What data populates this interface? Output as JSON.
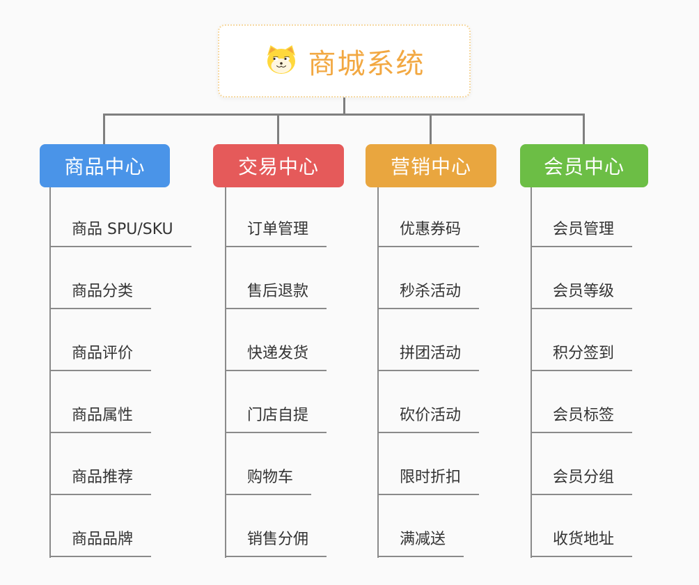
{
  "root": {
    "label": "商城系统",
    "icon": "shiba-dog-icon"
  },
  "branches": [
    {
      "label": "商品中心",
      "color": "#4A94E8",
      "children": [
        "商品 SPU/SKU",
        "商品分类",
        "商品评价",
        "商品属性",
        "商品推荐",
        "商品品牌"
      ]
    },
    {
      "label": "交易中心",
      "color": "#E55A5A",
      "children": [
        "订单管理",
        "售后退款",
        "快递发货",
        "门店自提",
        "购物车",
        "销售分佣"
      ]
    },
    {
      "label": "营销中心",
      "color": "#E9A63F",
      "children": [
        "优惠券码",
        "秒杀活动",
        "拼团活动",
        "砍价活动",
        "限时折扣",
        "满减送"
      ]
    },
    {
      "label": "会员中心",
      "color": "#6CBE45",
      "children": [
        "会员管理",
        "会员等级",
        "积分签到",
        "会员标签",
        "会员分组",
        "收货地址"
      ]
    }
  ],
  "colors": {
    "background": "#FAFAFA",
    "connector": "#7F7F7F",
    "leaf_line": "#8A8A8A",
    "leaf_text": "#333333",
    "root_text": "#F2A842",
    "root_border": "#F6D8A0"
  }
}
